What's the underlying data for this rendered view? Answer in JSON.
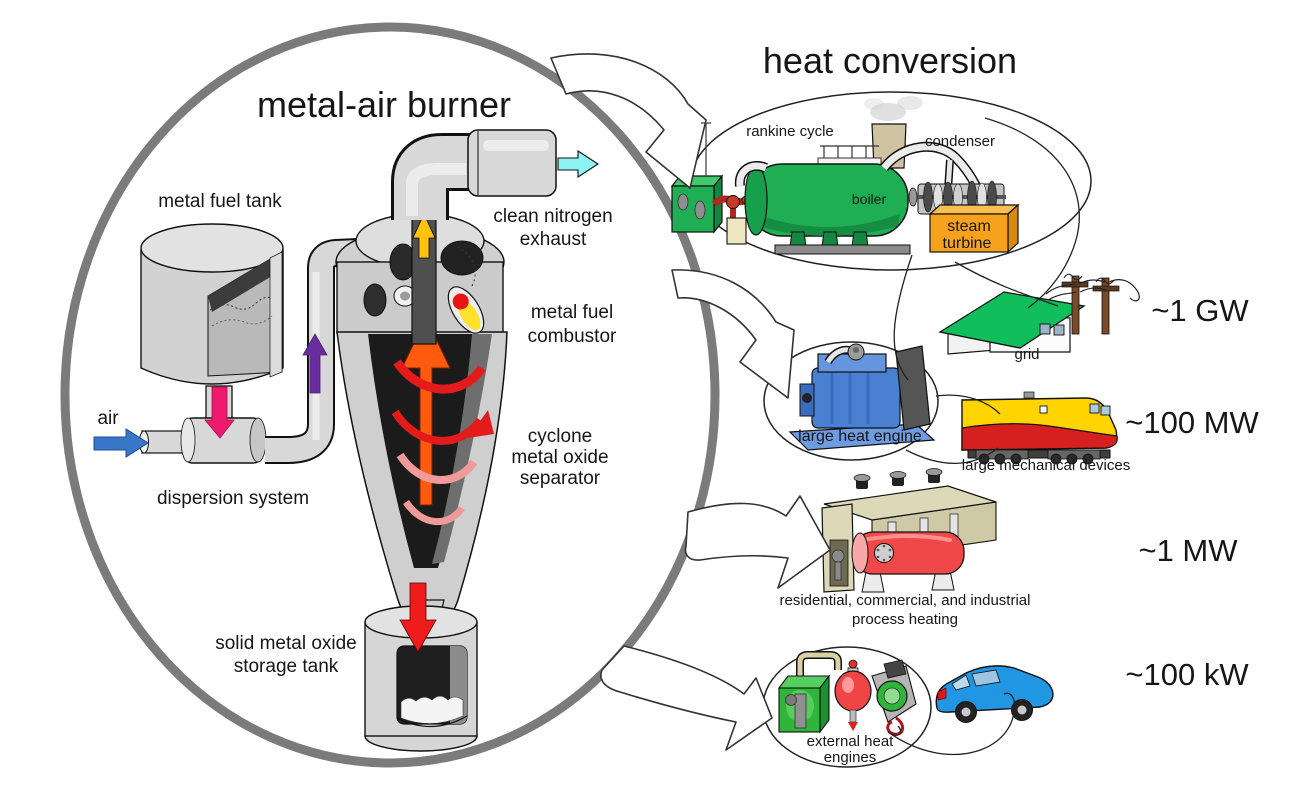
{
  "burner": {
    "title": "metal-air burner",
    "tank_label": "metal fuel tank",
    "air_label": "air",
    "dispersion_label": "dispersion system",
    "exhaust_label": [
      "clean nitrogen",
      "exhaust"
    ],
    "combustor_label": [
      "metal fuel",
      "combustor"
    ],
    "separator_label": [
      "cyclone",
      "metal oxide",
      "separator"
    ],
    "storage_label": [
      "solid metal oxide",
      "storage tank"
    ]
  },
  "heat_conversion": {
    "title": "heat conversion",
    "rankine": {
      "label": "rankine cycle",
      "condenser": "condenser",
      "boiler": "boiler",
      "turbine": [
        "steam",
        "turbine"
      ]
    },
    "grid": {
      "label": "grid",
      "power": "~1 GW"
    },
    "heat_engine": {
      "label": "large heat engine"
    },
    "mechanical": {
      "label": "large mechanical devices",
      "power": "~100 MW"
    },
    "process_heating": {
      "label": [
        "residential, commercial, and industrial",
        "process heating"
      ],
      "power": "~1 MW"
    },
    "external": {
      "label": [
        "external heat",
        "engines"
      ],
      "power": "~100 kW"
    }
  },
  "colors": {
    "ellipse_gray": "#7b7b7b",
    "machine_gray": "#d8d8d8",
    "boiler_green": "#1fae54",
    "turbine_orange": "#f6a21c",
    "train_yellow": "#ffd400",
    "train_red": "#d62020",
    "engine_blue": "#4a80d2",
    "car_blue": "#2196e3",
    "cyan_arrow": "#8df2f2",
    "magenta_arrow": "#ef1a6e",
    "purple_arrow": "#6a2d9e",
    "blue_arrow": "#3a76c8",
    "orange_arrow": "#ff5a0e",
    "red_arrow": "#ee1c1c",
    "flame_red": "#e81515",
    "salmon_spiral": "#f09a9a",
    "tan_frame": "#ddd8b8"
  }
}
